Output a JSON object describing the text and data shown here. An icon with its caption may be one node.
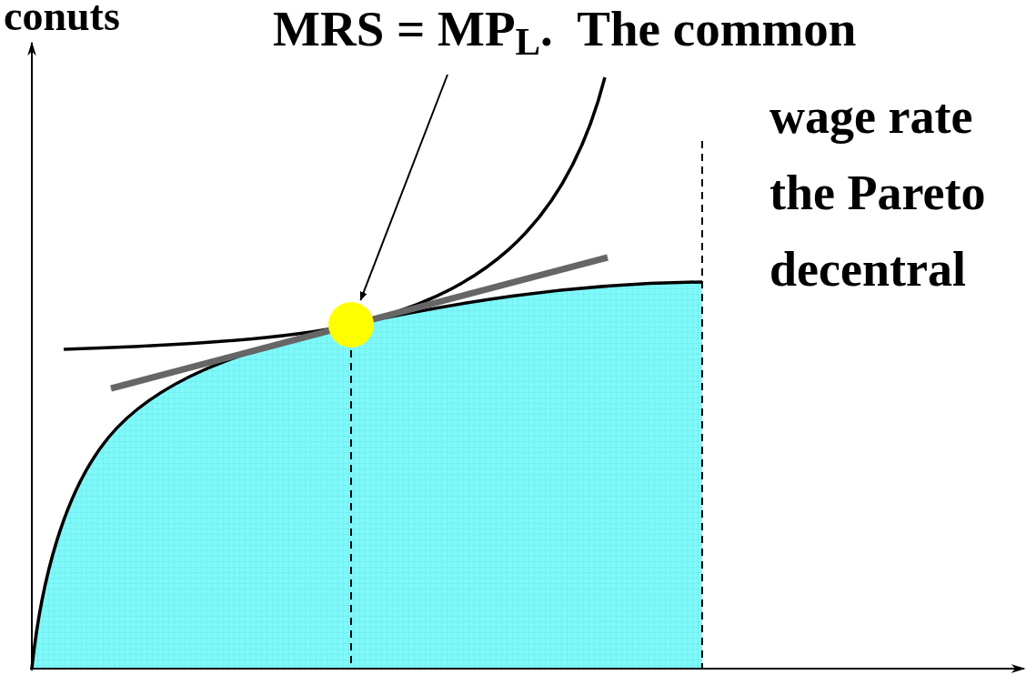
{
  "diagram": {
    "nodes": [
      {
        "text": [
          "MRS = MP$_{L}$.  The common"
        ]
      },
      {
        "text": [],
        "shape": "circle"
      }
    ],
    "edges": [
      {
        "from": 0,
        "to": 1,
        "arrow": "to"
      }
    ],
    "labels": [
      "conuts",
      "wage rate",
      "the Pareto",
      "decentral"
    ]
  }
}
